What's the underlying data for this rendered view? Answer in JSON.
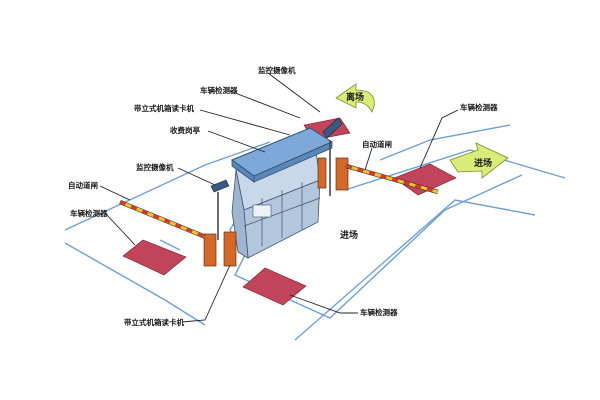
{
  "diagram": {
    "labels": {
      "vehicle_detector_top_left": "车辆检测器",
      "camera_top": "监控摄像机",
      "card_reader_top": "带立式机箱读卡机",
      "toll_booth": "收费岗亭",
      "camera_left": "监控摄像机",
      "auto_gate_left": "自动道闸",
      "vehicle_detector_left": "车辆检测器",
      "auto_gate_right": "自动道闸",
      "vehicle_detector_right": "车辆检测器",
      "card_reader_bottom": "带立式机箱读卡机",
      "vehicle_detector_bottom": "车辆检测器"
    },
    "arrows": {
      "exit": "离场",
      "entry_right": "进场",
      "entry_road": "进场"
    },
    "colors": {
      "lane_lines": "#6f9fd2",
      "detector_pads": "#c0455a",
      "booth_roof": "#7da9d8",
      "booth_walls": "#c8d8ea",
      "barrier_stripe_red": "#d33a2a",
      "barrier_stripe_yellow": "#f2c230",
      "gate_post": "#d2692a",
      "arrow_fill": "#d9ec7a"
    }
  }
}
